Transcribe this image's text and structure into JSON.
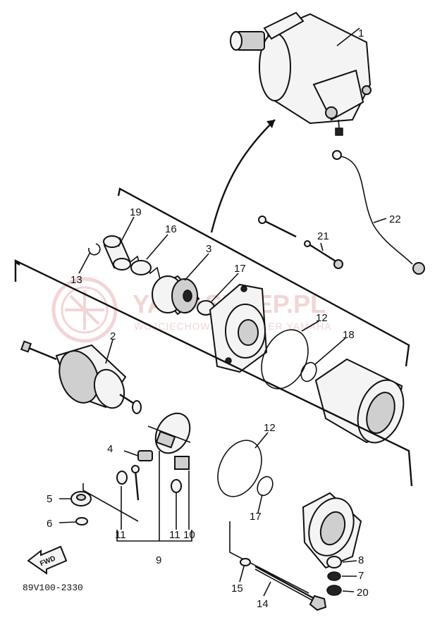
{
  "diagram": {
    "code": "89V100-2330",
    "forward_badge": "FWD",
    "watermark": {
      "brand": "YAMASKLEP.PL",
      "tagline": "WOJCIECHOWSKI - DEALER YAMAHA"
    },
    "callouts": [
      {
        "id": "1",
        "text": "1"
      },
      {
        "id": "2",
        "text": "2"
      },
      {
        "id": "3",
        "text": "3"
      },
      {
        "id": "4",
        "text": "4"
      },
      {
        "id": "5",
        "text": "5"
      },
      {
        "id": "6",
        "text": "6"
      },
      {
        "id": "7",
        "text": "7"
      },
      {
        "id": "8",
        "text": "8"
      },
      {
        "id": "9",
        "text": "9"
      },
      {
        "id": "10",
        "text": "10"
      },
      {
        "id": "11a",
        "text": "11"
      },
      {
        "id": "11b",
        "text": "11"
      },
      {
        "id": "12a",
        "text": "12"
      },
      {
        "id": "12b",
        "text": "12"
      },
      {
        "id": "13",
        "text": "13"
      },
      {
        "id": "14",
        "text": "14"
      },
      {
        "id": "15",
        "text": "15"
      },
      {
        "id": "16",
        "text": "16"
      },
      {
        "id": "17a",
        "text": "17"
      },
      {
        "id": "17b",
        "text": "17"
      },
      {
        "id": "18",
        "text": "18"
      },
      {
        "id": "19",
        "text": "19"
      },
      {
        "id": "20",
        "text": "20"
      },
      {
        "id": "21",
        "text": "21"
      },
      {
        "id": "22",
        "text": "22"
      }
    ]
  }
}
